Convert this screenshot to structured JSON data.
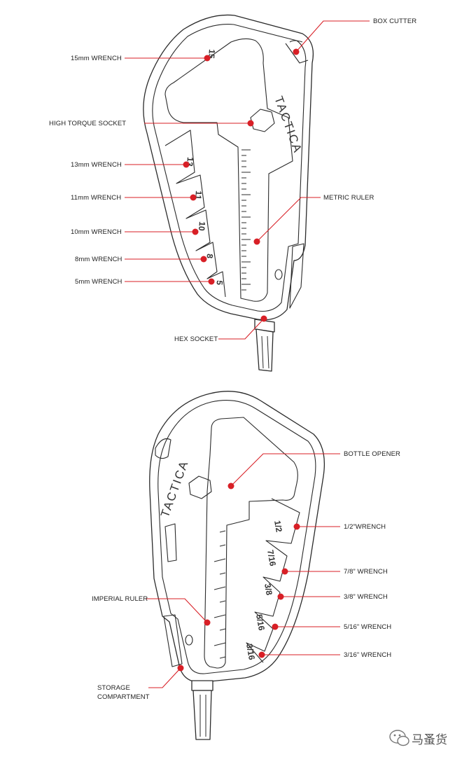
{
  "front_view": {
    "brand_engraving": "TACTICA",
    "wrench_engravings": [
      "15",
      "13",
      "11",
      "10",
      "8",
      "5"
    ],
    "callouts": [
      {
        "id": "box-cutter",
        "text": "BOX CUTTER"
      },
      {
        "id": "15mm-wrench",
        "text": "15mm WRENCH"
      },
      {
        "id": "high-torque-socket",
        "text": "HIGH TORQUE SOCKET"
      },
      {
        "id": "13mm-wrench",
        "text": "13mm WRENCH"
      },
      {
        "id": "11mm-wrench",
        "text": "11mm WRENCH"
      },
      {
        "id": "metric-ruler",
        "text": "METRIC RULER"
      },
      {
        "id": "10mm-wrench",
        "text": "10mm WRENCH"
      },
      {
        "id": "8mm-wrench",
        "text": "8mm WRENCH"
      },
      {
        "id": "5mm-wrench",
        "text": "5mm WRENCH"
      },
      {
        "id": "hex-socket",
        "text": "HEX SOCKET"
      }
    ]
  },
  "back_view": {
    "brand_engraving": "TACTICA",
    "wrench_engravings": [
      "1/2",
      "7/16",
      "3/8",
      "5/16",
      "3/16"
    ],
    "callouts": [
      {
        "id": "bottle-opener",
        "text": "BOTTLE OPENER"
      },
      {
        "id": "half-inch-wrench",
        "text": "1/2”WRENCH"
      },
      {
        "id": "seven-eighths-wrench",
        "text": "7/8” WRENCH"
      },
      {
        "id": "imperial-ruler",
        "text": "IMPERIAL RULER"
      },
      {
        "id": "three-eighths-wrench",
        "text": "3/8” WRENCH"
      },
      {
        "id": "five-sixteenths-wrench",
        "text": "5/16” WRENCH"
      },
      {
        "id": "three-sixteenths-wrench",
        "text": "3/16” WRENCH"
      },
      {
        "id": "storage-compartment-line1",
        "text": "STORAGE"
      },
      {
        "id": "storage-compartment-line2",
        "text": "COMPARTMENT"
      }
    ]
  },
  "watermark": {
    "text": "马蚤货",
    "icon": "wechat-icon"
  },
  "colors": {
    "callout_red": "#d81f26",
    "outline": "#2b2b2b",
    "text": "#222222",
    "background": "#ffffff"
  }
}
